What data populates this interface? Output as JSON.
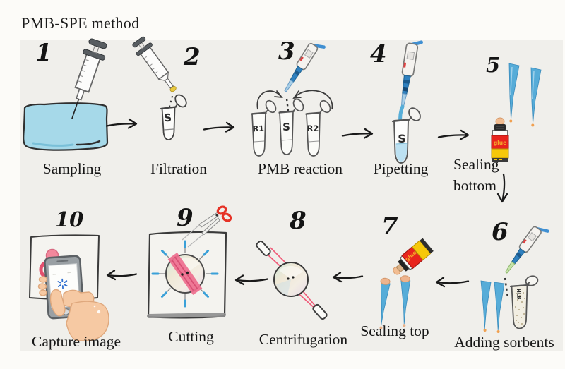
{
  "title": "PMB-SPE method",
  "steps": [
    {
      "number": "1",
      "label": "Sampling"
    },
    {
      "number": "2",
      "label": "Filtration"
    },
    {
      "number": "3",
      "label": "PMB reaction"
    },
    {
      "number": "4",
      "label": "Pipetting"
    },
    {
      "number": "5",
      "label": "Sealing bottom",
      "label_line1": "Sealing",
      "label_line2": "bottom"
    },
    {
      "number": "6",
      "label": "Adding sorbents"
    },
    {
      "number": "7",
      "label": "Sealing top"
    },
    {
      "number": "8",
      "label": "Centrifugation"
    },
    {
      "number": "9",
      "label": "Cutting"
    },
    {
      "number": "10",
      "label": "Capture image"
    }
  ],
  "tube_labels": {
    "sample": "S",
    "reagent1": "R1",
    "reagent2": "R2",
    "sorbent": "HLB"
  },
  "glue_label": "glue",
  "colors": {
    "panel": "#f0efeb",
    "sample_pad_blue": "#a6d9e9",
    "pipette_tip_blue": "#56acd8",
    "glue_red": "#e8241d",
    "glue_yellow": "#f6c80a",
    "scissors_red": "#e63226",
    "string_pink": "#f05a78",
    "skin": "#f6c9a3",
    "ink": "#1a1a1a"
  }
}
